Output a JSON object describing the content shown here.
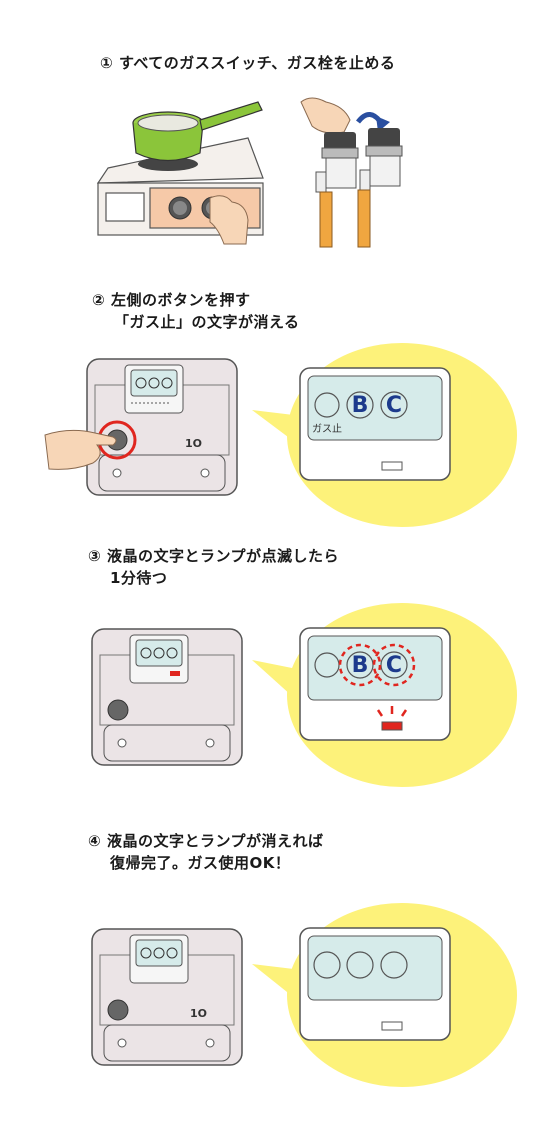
{
  "steps": [
    {
      "num": "①",
      "line1": "すべてのガススイッチ、ガス栓を止める",
      "line2": ""
    },
    {
      "num": "②",
      "line1": "左側のボタンを押す",
      "line2": "「ガス止」の文字が消える"
    },
    {
      "num": "③",
      "line1": "液晶の文字とランプが点滅したら",
      "line2": "1分待つ"
    },
    {
      "num": "④",
      "line1": "液晶の文字とランプが消えれば",
      "line2": "復帰完了。ガス使用OK！"
    }
  ],
  "meter_display": {
    "gas_stop_label": "ガス止",
    "letter_b": "B",
    "letter_c": "C",
    "side_label": "1O"
  },
  "colors": {
    "meter_body": "#ebe4e6",
    "lcd": "#d6ebea",
    "bubble": "#fdf27a",
    "alert_red": "#e0261f",
    "letter_blue": "#1c3a8c",
    "pan_green": "#8bc53a",
    "stove_orange": "#f6c9a8",
    "skin": "#f7d6b7",
    "pipe": "#f0a640"
  }
}
